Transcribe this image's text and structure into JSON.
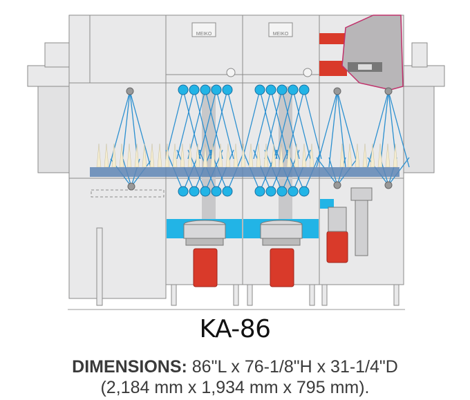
{
  "diagram": {
    "logo_text": "MEIKO",
    "colors": {
      "panel": "#e9e9ea",
      "outline": "#8a8a8a",
      "water_blue": "#22b4e6",
      "spray_line": "#2a8fd0",
      "conveyor": "#5f86b5",
      "motor_red": "#d93a2a",
      "hood_pink": "#c0306a"
    }
  },
  "caption": {
    "model": "KA-86",
    "dimensions_label": "DIMENSIONS:",
    "dimensions_imperial": "86\"L x 76-1/8\"H x 31-1/4\"D",
    "dimensions_metric": "(2,184 mm x 1,934 mm x 795 mm)."
  }
}
